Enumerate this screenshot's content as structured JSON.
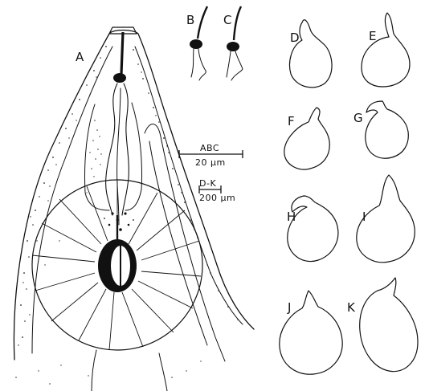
{
  "figure": {
    "panel_labels": {
      "A": "A",
      "B": "B",
      "C": "C",
      "D": "D",
      "E": "E",
      "F": "F",
      "G": "G",
      "H": "H",
      "I": "I",
      "J": "J",
      "K": "K"
    },
    "scale_bars": {
      "abc_label": "ABC",
      "abc_value": "20 µm",
      "dk_label": "D-K",
      "dk_value": "200 µm"
    },
    "ink_color": "#111111",
    "paper_color": "#ffffff"
  }
}
